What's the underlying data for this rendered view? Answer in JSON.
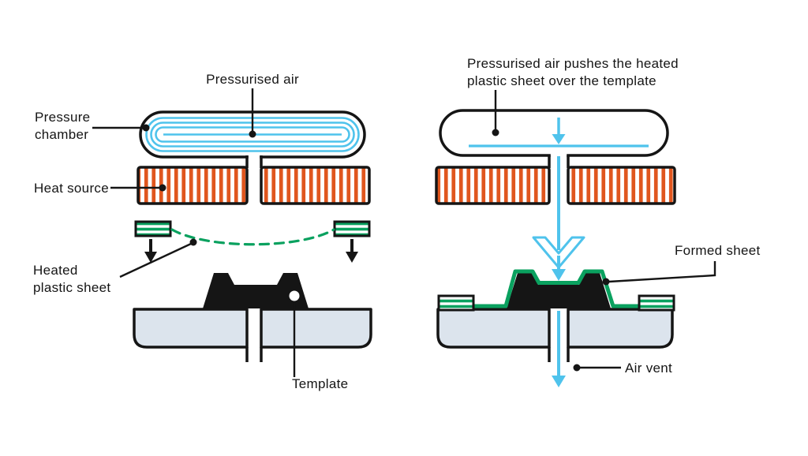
{
  "colors": {
    "air_blue": "#4fc3ec",
    "heat_orange": "#e0561e",
    "sheet_green": "#0aa15f",
    "platform_grey": "#dce4ed",
    "line_black": "#151515"
  },
  "left_panel": {
    "labels": {
      "pressurised_air": "Pressurised air",
      "pressure_chamber": [
        "Pressure",
        "chamber"
      ],
      "heat_source": "Heat source",
      "heated_plastic_sheet": [
        "Heated",
        "plastic sheet"
      ],
      "template": "Template"
    }
  },
  "right_panel": {
    "labels": {
      "caption": [
        "Pressurised air pushes the heated",
        "plastic sheet over the template"
      ],
      "formed_sheet": "Formed sheet",
      "air_vent": "Air vent"
    }
  }
}
